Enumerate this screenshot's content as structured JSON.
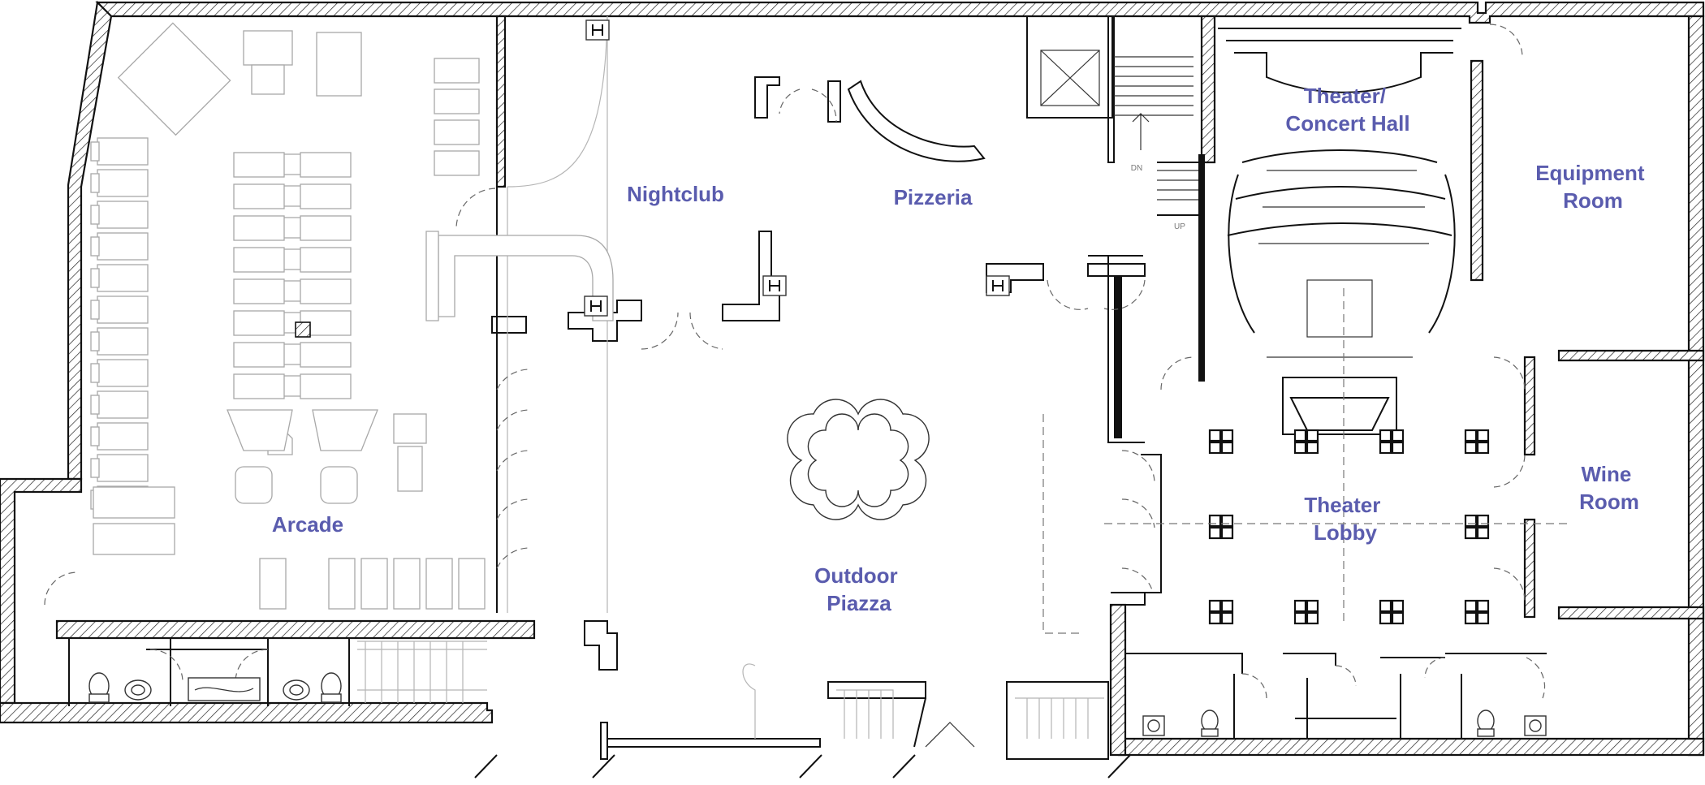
{
  "plan": {
    "colors": {
      "label": "#5a5cae",
      "wall": "#111111",
      "furniture": "#a8a8a8",
      "background": "#ffffff"
    },
    "rooms": {
      "arcade": [
        "Arcade"
      ],
      "nightclub": [
        "Nightclub"
      ],
      "pizzeria": [
        "Pizzeria"
      ],
      "theater_concert_hall": [
        "Theater/",
        "Concert Hall"
      ],
      "equipment_room": [
        "Equipment",
        "Room"
      ],
      "theater_lobby": [
        "Theater",
        "Lobby"
      ],
      "wine_room": [
        "Wine",
        "Room"
      ],
      "outdoor_piazza": [
        "Outdoor",
        "Piazza"
      ]
    },
    "stair_notes": {
      "down": "DN",
      "up": "UP"
    },
    "icons": [
      "fire-extinguisher-icon",
      "toilet-icon",
      "sink-icon",
      "fountain-icon",
      "stair-arrow-icon"
    ]
  }
}
